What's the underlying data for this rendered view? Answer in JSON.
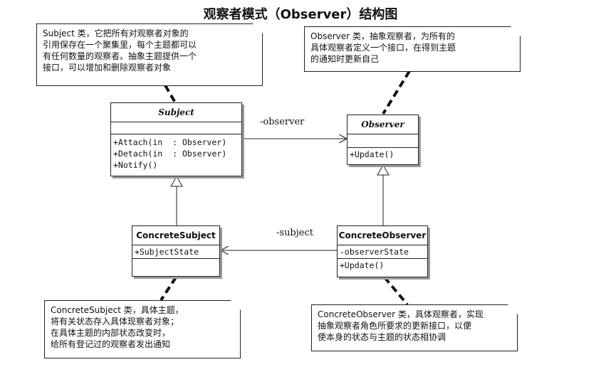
{
  "diagram": {
    "title": "观察者模式（Observer）结构图",
    "notes": {
      "subject": [
        "Subject 类，它把所有对观察者对象的",
        "引用保存在一个聚集里，每个主题都可以",
        "有任何数量的观察者。抽象主题提供一个",
        "接口，可以增加和删除观察者对象"
      ],
      "observer": [
        "Observer 类，抽象观察者，为所有的",
        "具体观察者定义一个接口，在得到主题",
        "的通知时更新自己"
      ],
      "concrete_subject": [
        "ConcreteSubject 类，具体主题，",
        "将有关状态存入具体现察者对象；",
        "在具体主题的内部状态改变时，",
        "给所有登记过的观察者发出通知"
      ],
      "concrete_observer": [
        "ConcreteObserver 类，具体观察者，实现",
        "抽象观察者角色所要求的更新接口，以便",
        "使本身的状态与主题的状态相协调"
      ]
    },
    "classes": {
      "subject": {
        "name": "Subject",
        "operations": [
          "+Attach(in  : Observer)",
          "+Detach(in  : Observer)",
          "+Notify()"
        ]
      },
      "observer": {
        "name": "Observer",
        "operations": [
          "+Update()"
        ]
      },
      "concrete_subject": {
        "name": "ConcreteSubject",
        "attributes": [
          "+SubjectState"
        ]
      },
      "concrete_observer": {
        "name": "ConcreteObserver",
        "attributes": [
          "-observerState"
        ],
        "operations": [
          "+Update()"
        ]
      }
    },
    "associations": {
      "observer_label": "-observer",
      "subject_label": "-subject"
    }
  }
}
